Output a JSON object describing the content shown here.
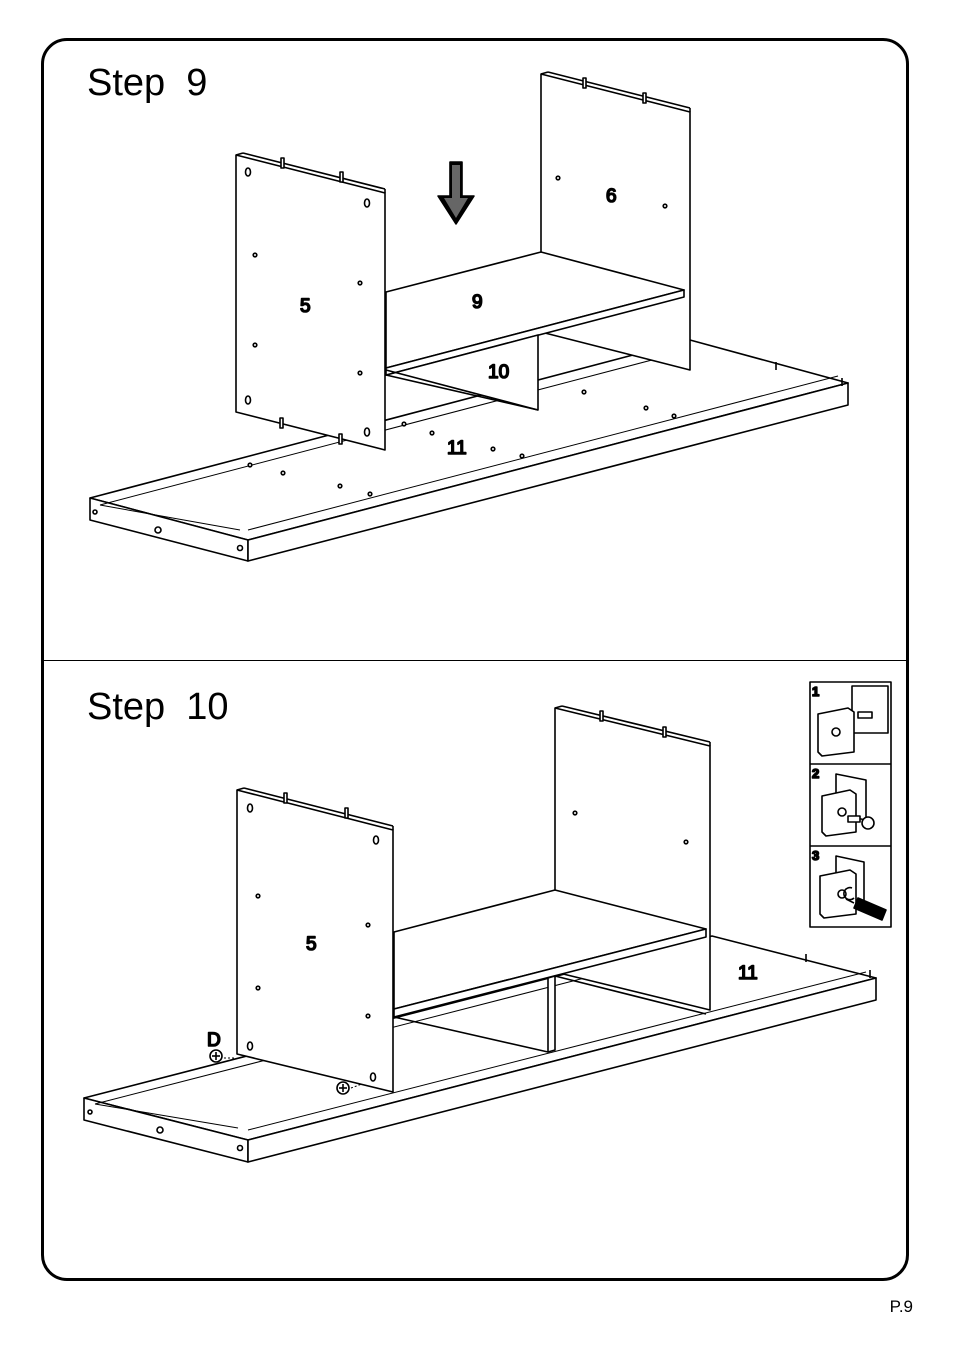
{
  "steps": [
    {
      "title": "Step  9",
      "part_labels": [
        "5",
        "6",
        "9",
        "10",
        "11"
      ]
    },
    {
      "title": "Step  10",
      "part_labels": [
        "5",
        "11"
      ],
      "hardware_label": "D",
      "detail_panels": [
        "1",
        "2",
        "3"
      ]
    }
  ],
  "page_number": "P.9",
  "icons": [
    "down-arrow-icon",
    "cam-lock-icon",
    "screwdriver-icon"
  ]
}
